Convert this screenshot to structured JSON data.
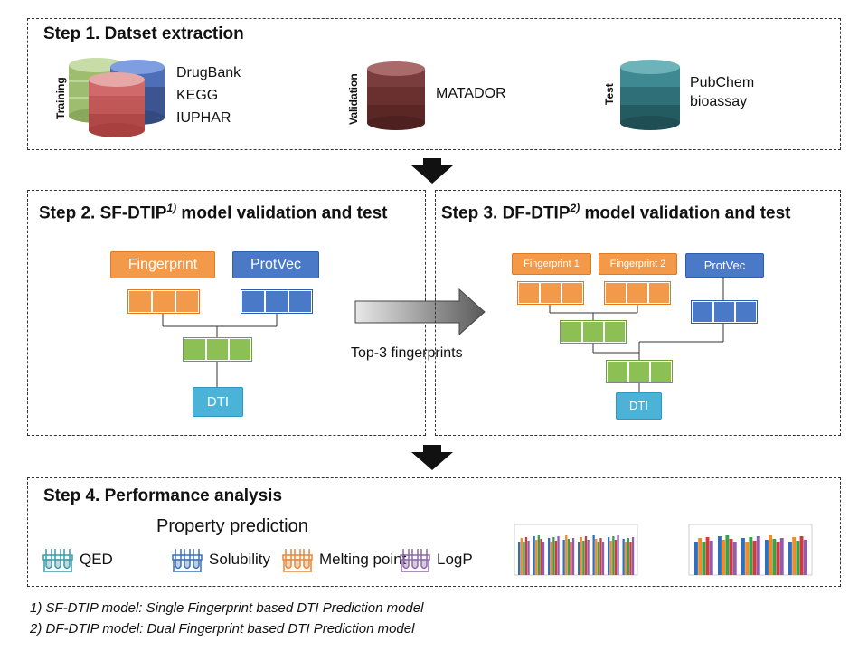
{
  "step1": {
    "title": "Step 1. Datset extraction",
    "training_label": "Training",
    "training_dbs": [
      "DrugBank",
      "KEGG",
      "IUPHAR"
    ],
    "validation_label": "Validation",
    "validation_db": "MATADOR",
    "test_label": "Test",
    "test_db": [
      "PubChem",
      "bioassay"
    ]
  },
  "step2": {
    "title": "Step 2. SF-DTIP",
    "sup": "1)",
    "title_suffix": " model validation and test",
    "nodes": {
      "fingerprint": "Fingerprint",
      "protvec": "ProtVec",
      "dti": "DTI"
    }
  },
  "arrow_label": "Top-3 fingerprints",
  "step3": {
    "title": "Step 3. DF-DTIP",
    "sup": "2)",
    "title_suffix": " model validation and test",
    "nodes": {
      "fingerprint1": "Fingerprint 1",
      "fingerprint2": "Fingerprint 2",
      "protvec": "ProtVec",
      "dti": "DTI"
    }
  },
  "step4": {
    "title": "Step 4. Performance analysis",
    "property_title": "Property prediction",
    "properties": [
      {
        "label": "QED",
        "color": "#3a9aa8"
      },
      {
        "label": "Solubility",
        "color": "#3f6fb8"
      },
      {
        "label": "Melting point",
        "color": "#e8873a"
      },
      {
        "label": "LogP",
        "color": "#8e68a8"
      }
    ]
  },
  "footnotes": [
    "1) SF-DTIP model: Single Fingerprint based DTI Prediction model",
    "2) DF-DTIP model: Dual Fingerprint based DTI Prediction model"
  ],
  "colors": {
    "orange": "#f29a4a",
    "blue": "#4a79c7",
    "green": "#8cc054",
    "cyan": "#4bb3d8",
    "training_db": [
      "#b6d08a",
      "#6f8fd6",
      "#d98a8a"
    ],
    "validation_db": "#8b4b4b",
    "test_db": "#3f8a92"
  }
}
